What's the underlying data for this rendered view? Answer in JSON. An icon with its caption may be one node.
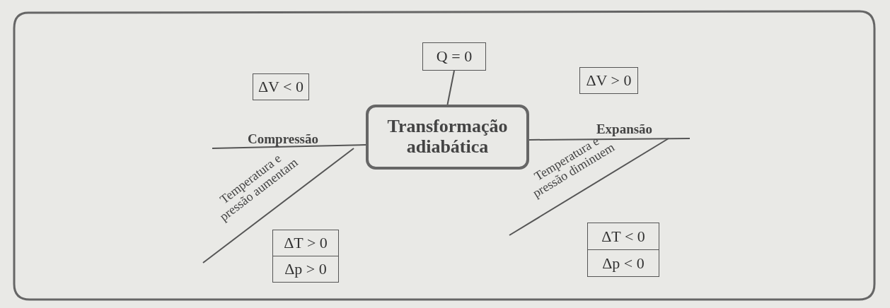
{
  "diagram": {
    "nodes": [
      {
        "text": [
          "Transformação adiabática"
        ]
      },
      {
        "text": [
          "Q = 0"
        ]
      },
      {
        "text": [
          "ΔV < 0"
        ]
      },
      {
        "text": [
          "Compressão"
        ]
      },
      {
        "text": [
          "ΔV > 0"
        ]
      },
      {
        "text": [
          "Expansão"
        ]
      },
      {
        "text": [
          "ΔT > 0"
        ]
      },
      {
        "text": [
          "Δp > 0"
        ]
      },
      {
        "text": [
          "ΔT < 0"
        ]
      },
      {
        "text": [
          "Δp < 0"
        ]
      }
    ],
    "edges": [
      {
        "from": 1,
        "to": 0,
        "arrow": "none"
      },
      {
        "from": 0,
        "to": 3,
        "arrow": "none"
      },
      {
        "from": 3,
        "to": null,
        "arrow": "none",
        "label": "Temperatura e pressão aumentam"
      },
      {
        "from": 0,
        "to": 5,
        "arrow": "none"
      },
      {
        "from": 5,
        "to": null,
        "arrow": "none",
        "label": "Temperatura e pressão diminuem"
      }
    ]
  }
}
